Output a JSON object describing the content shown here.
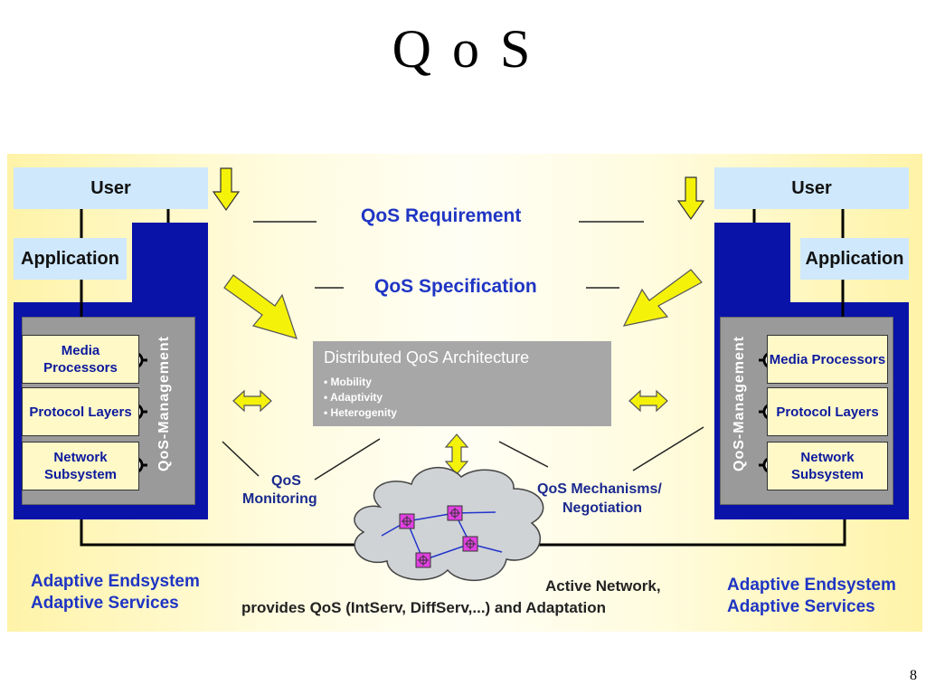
{
  "title": "Q o S",
  "page_number": "8",
  "left_end": {
    "user": "User",
    "application": "Application",
    "components": [
      "Media Processors",
      "Protocol Layers",
      "Network Subsystem"
    ],
    "management": "QoS-Management",
    "caption_line1": "Adaptive Endsystem",
    "caption_line2": "Adaptive Services"
  },
  "right_end": {
    "user": "User",
    "application": "Application",
    "components": [
      "Media Processors",
      "Protocol Layers",
      "Network Subsystem"
    ],
    "management": "QoS-Management",
    "caption_line1": "Adaptive Endsystem",
    "caption_line2": "Adaptive Services"
  },
  "center": {
    "requirement": "QoS Requirement",
    "specification": "QoS Specification",
    "architecture_title": "Distributed QoS Architecture",
    "architecture_items": [
      "Mobility",
      "Adaptivity",
      "Heterogenity"
    ],
    "monitoring_line1": "QoS",
    "monitoring_line2": "Monitoring",
    "mechanisms_line1": "QoS Mechanisms/",
    "mechanisms_line2": "Negotiation",
    "network_line1": "Active Network,",
    "network_line2": "provides QoS (IntServ, DiffServ,...) and Adaptation"
  },
  "colors": {
    "navy": "#0a13a8",
    "label_blue": "#1f35c4",
    "light_blue": "#cfe8fb",
    "arrow_yellow": "#f5f20a",
    "node_magenta": "#e040e0"
  }
}
